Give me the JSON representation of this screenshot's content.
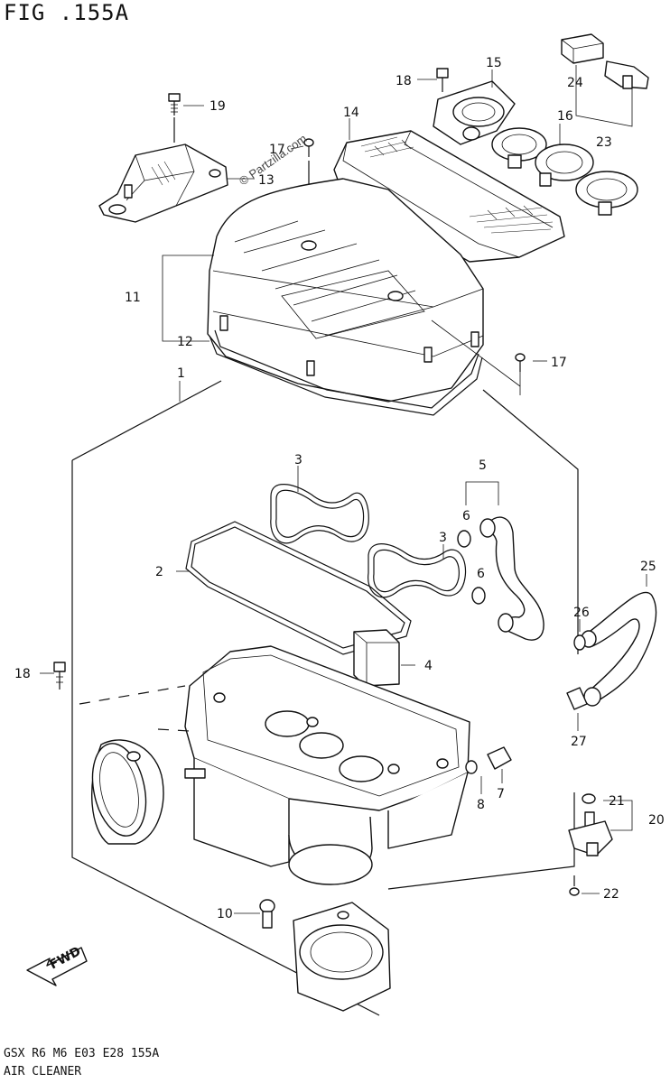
{
  "figure": {
    "title": "FIG .155A",
    "footer_code": "GSX R6 M6 E03 E28 155A",
    "footer_name": "AIR CLEANER",
    "watermark": "© Partzilla.com"
  },
  "callouts": {
    "c1": "1",
    "c2": "2",
    "c3a": "3",
    "c3b": "3",
    "c4": "4",
    "c5": "5",
    "c6a": "6",
    "c6b": "6",
    "c7": "7",
    "c8": "8",
    "c10": "10",
    "c11": "11",
    "c12": "12",
    "c13": "13",
    "c14": "14",
    "c15": "15",
    "c16": "16",
    "c17a": "17",
    "c17b": "17",
    "c18a": "18",
    "c18b": "18",
    "c19": "19",
    "c20": "20",
    "c21": "21",
    "c22": "22",
    "c23": "23",
    "c24": "24",
    "c25": "25",
    "c26": "26",
    "c27": "27"
  },
  "badge": {
    "fwd_label": "FWD"
  }
}
